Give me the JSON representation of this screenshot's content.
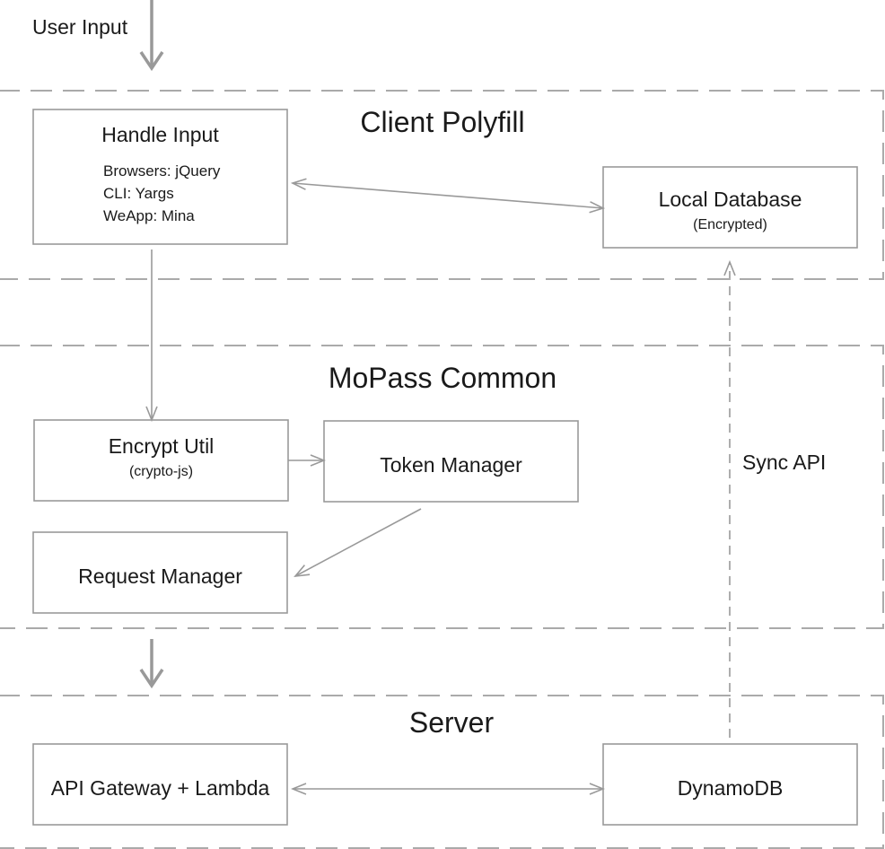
{
  "diagram": {
    "user_input_label": "User Input",
    "sync_api_label": "Sync API",
    "groups": {
      "client": {
        "title": "Client Polyfill"
      },
      "common": {
        "title": "MoPass Common"
      },
      "server": {
        "title": "Server"
      }
    },
    "nodes": {
      "handle_input": {
        "title": "Handle Input",
        "lines": [
          "Browsers:  jQuery",
          "CLI: Yargs",
          "WeApp: Mina"
        ]
      },
      "local_database": {
        "title": "Local Database",
        "subtitle": "(Encrypted)"
      },
      "encrypt_util": {
        "title": "Encrypt Util",
        "subtitle": "(crypto-js)"
      },
      "token_manager": {
        "title": "Token Manager"
      },
      "request_manager": {
        "title": "Request Manager"
      },
      "api_gateway": {
        "title": "API Gateway + Lambda"
      },
      "dynamodb": {
        "title": "DynamoDB"
      }
    },
    "colors": {
      "stroke": "#999999",
      "dash": "#aaaaaa",
      "text": "#1a1a1a"
    }
  }
}
